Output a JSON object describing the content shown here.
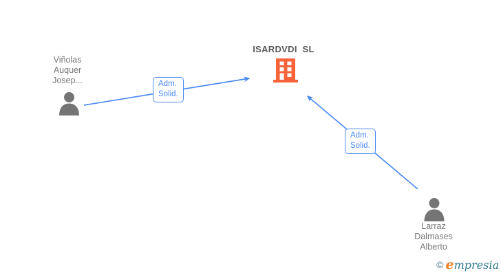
{
  "diagram": {
    "company": {
      "name": "ISARDVDI  SL"
    },
    "people": [
      {
        "line1": "Viñolas",
        "line2": "Auquer",
        "line3": "Josep..."
      },
      {
        "line1": "Larraz",
        "line2": "Dalmases",
        "line3": "Alberto"
      }
    ],
    "edges": [
      {
        "label1": "Adm.",
        "label2": "Solid.",
        "from": "Viñolas Auquer Josep...",
        "to": "ISARDVDI SL"
      },
      {
        "label1": "Adm.",
        "label2": "Solid.",
        "from": "Larraz Dalmases Alberto",
        "to": "ISARDVDI SL"
      }
    ],
    "colors": {
      "edge_blue": "#4a89f2",
      "building_orange": "#f9633a",
      "person_gray": "#757575",
      "name_text_gray": "#77787a",
      "company_text_gray": "#58595b"
    }
  },
  "footer": {
    "copyright": "©",
    "brand_initial": "e",
    "brand_rest": "mpresia"
  }
}
